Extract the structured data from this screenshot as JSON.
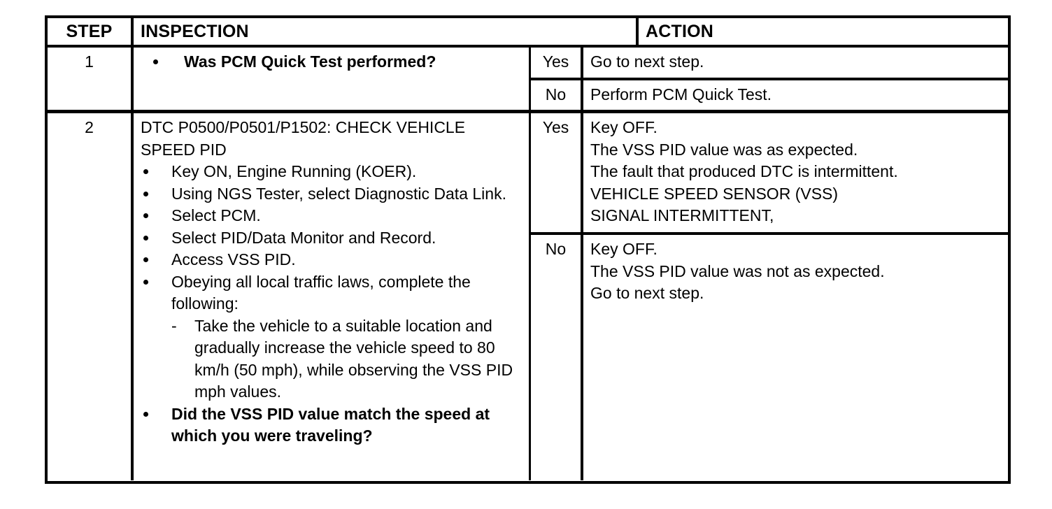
{
  "table": {
    "headers": {
      "step": "STEP",
      "inspection": "INSPECTION",
      "action": "ACTION"
    },
    "answers": {
      "yes": "Yes",
      "no": "No"
    },
    "steps": [
      {
        "number": "1",
        "inspection": {
          "question": "Was PCM Quick Test performed?"
        },
        "branches": {
          "yes": [
            "Go to next step."
          ],
          "no": [
            "Perform PCM Quick Test."
          ]
        }
      },
      {
        "number": "2",
        "inspection": {
          "title_line1": "DTC P0500/P0501/P1502: CHECK VEHICLE",
          "title_line2": "SPEED PID",
          "bullets": [
            "Key ON, Engine Running (KOER).",
            "Using NGS Tester, select Diagnostic Data Link.",
            "Select PCM.",
            "Select PID/Data Monitor and Record.",
            "Access VSS PID."
          ],
          "obey_bullet": "Obeying all local traffic laws, complete the following:",
          "sub_bullet": "Take the vehicle to a suitable location and gradually increase the vehicle speed to 80 km/h (50 mph), while observing the VSS PID mph values.",
          "question": "Did the VSS PID value match the speed at which you were traveling?"
        },
        "branches": {
          "yes": [
            "Key OFF.",
            "The VSS PID value was as expected.",
            "The fault that produced DTC is intermittent.",
            "VEHICLE SPEED SENSOR (VSS)",
            "SIGNAL INTERMITTENT,"
          ],
          "no": [
            "Key OFF.",
            "The VSS PID value was not as expected.",
            "Go to next step."
          ]
        }
      }
    ]
  },
  "colors": {
    "ink": "#000000",
    "paper": "#ffffff"
  }
}
